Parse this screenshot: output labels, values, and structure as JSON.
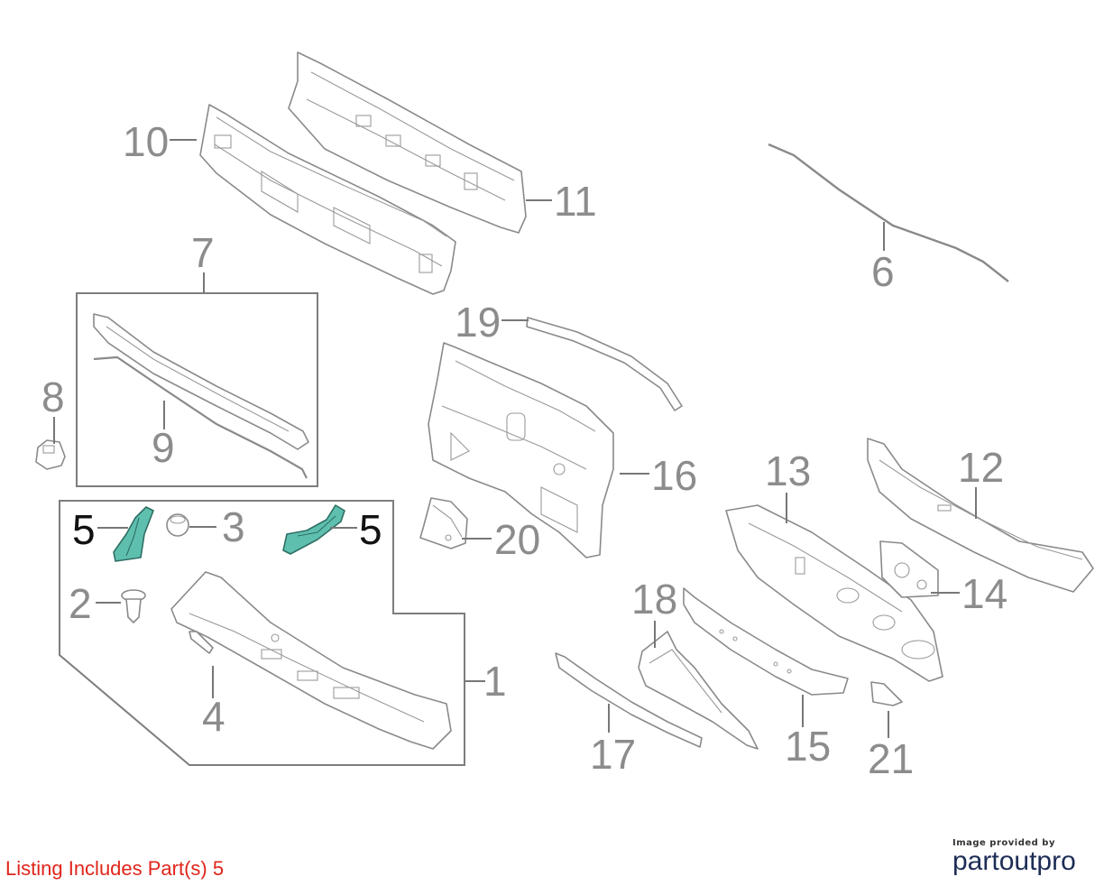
{
  "diagram": {
    "callouts": {
      "c1": "1",
      "c2": "2",
      "c3": "3",
      "c4": "4",
      "c5a": "5",
      "c5b": "5",
      "c6": "6",
      "c7": "7",
      "c8": "8",
      "c9": "9",
      "c10": "10",
      "c11": "11",
      "c12": "12",
      "c13": "13",
      "c14": "14",
      "c15": "15",
      "c16": "16",
      "c17": "17",
      "c18": "18",
      "c19": "19",
      "c20": "20",
      "c21": "21"
    },
    "highlight_color": "#5fbfae"
  },
  "footer": {
    "listing_text": "Listing Includes Part(s) 5",
    "credit_small": "Image provided by",
    "credit_logo_a": "partout",
    "credit_logo_b": "pro"
  }
}
